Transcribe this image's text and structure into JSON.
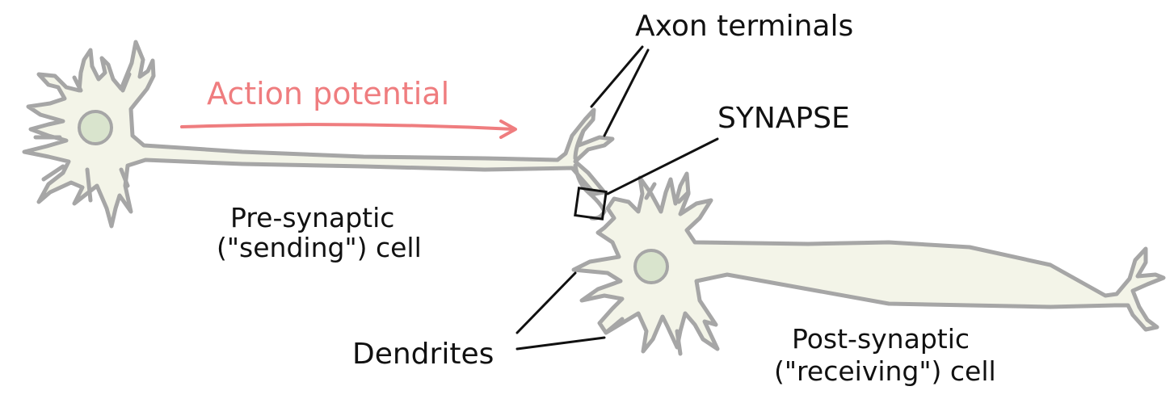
{
  "labels": {
    "action_potential": "Action potential",
    "axon_terminals": "Axon terminals",
    "synapse": "SYNAPSE",
    "presynaptic_line1": "Pre-synaptic",
    "presynaptic_line2": "(\"sending\") cell",
    "dendrites": "Dendrites",
    "postsynaptic_line1": "Post-synaptic",
    "postsynaptic_line2": "(\"receiving\") cell"
  },
  "colors": {
    "action_potential": "#ef7d7f",
    "cell_fill": "#f3f4e8",
    "cell_outline": "#a6a6a6",
    "nucleus_fill": "#d9e4cd",
    "text": "#111111"
  }
}
